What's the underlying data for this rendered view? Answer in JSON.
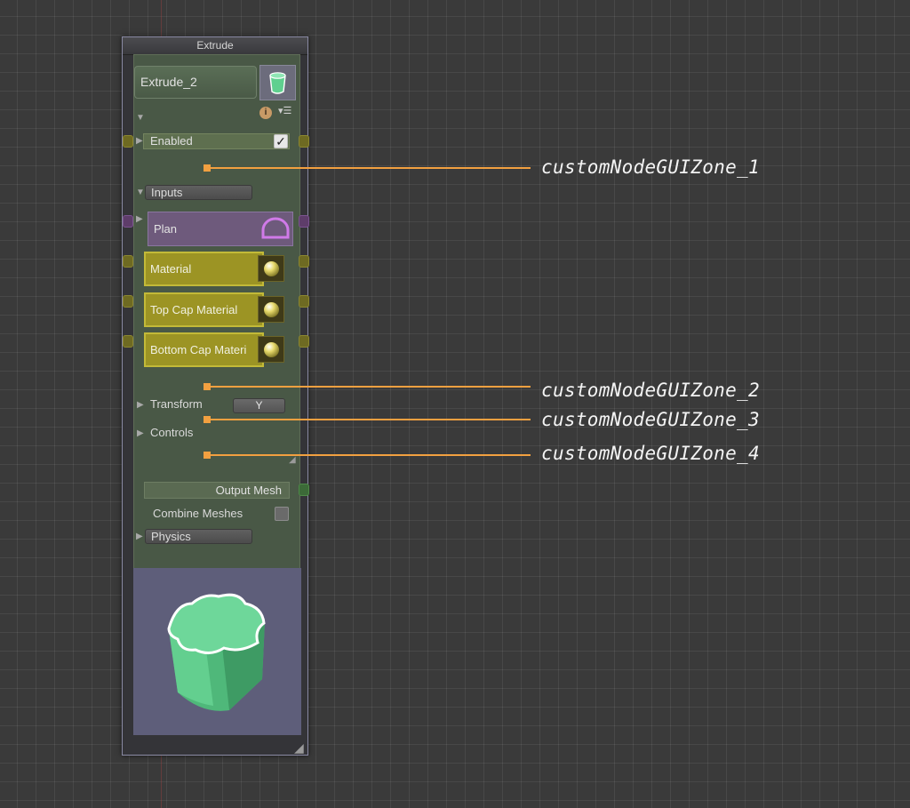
{
  "node": {
    "title": "Extrude",
    "instance_name": "Extrude_2",
    "info_icon": "info-icon",
    "enabled": {
      "label": "Enabled",
      "checked": true
    },
    "inputs_label": "Inputs",
    "plan_label": "Plan",
    "materials": [
      "Material",
      "Top Cap Material",
      "Bottom Cap Materi"
    ],
    "transform_label": "Transform",
    "transform_axis": "Y",
    "controls_label": "Controls",
    "output_label": "Output Mesh",
    "combine_label": "Combine Meshes",
    "combine_checked": false,
    "physics_label": "Physics"
  },
  "colors": {
    "accent": "#f2a040",
    "plan_port": "#5e3d6a",
    "material_port": "#6e6a22",
    "output_port": "#3c6a38",
    "preview_mesh": "#5fd08f"
  },
  "annotations": [
    "customNodeGUIZone_1",
    "customNodeGUIZone_2",
    "customNodeGUIZone_3",
    "customNodeGUIZone_4"
  ]
}
